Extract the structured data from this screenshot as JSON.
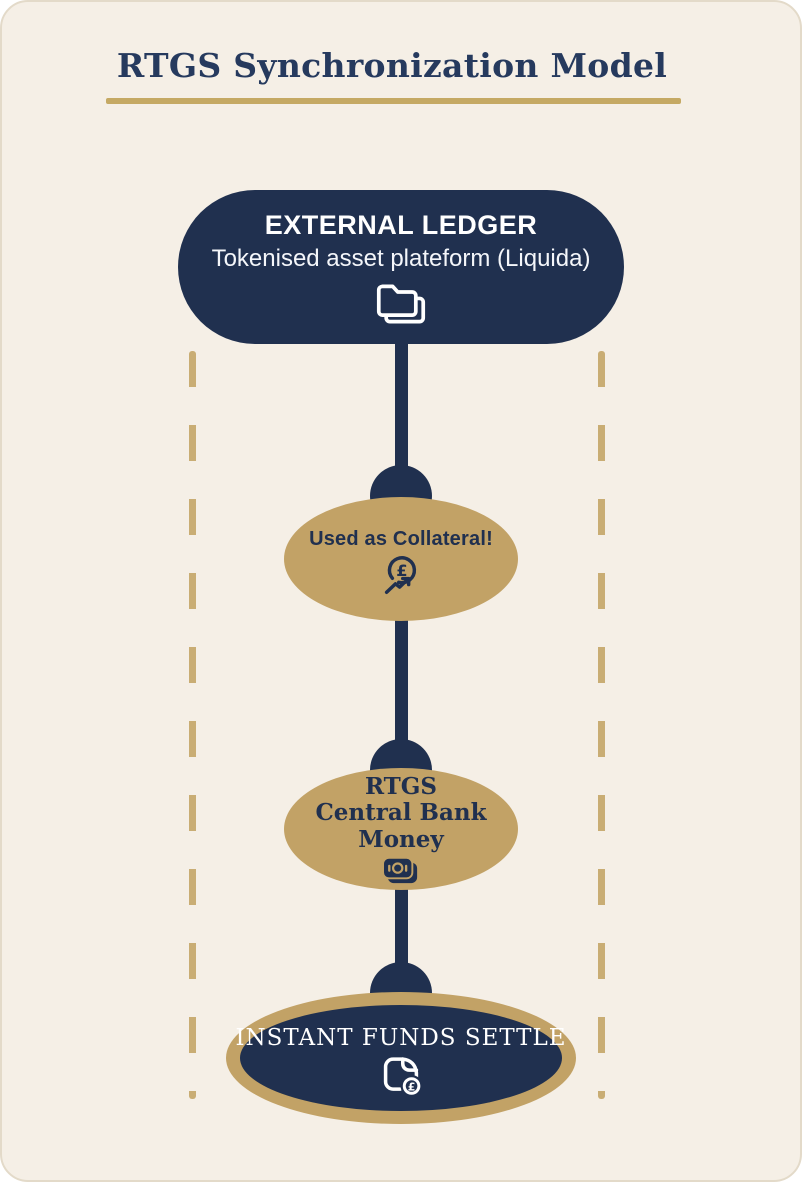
{
  "title": "RTGS Synchronization Model",
  "glyphs": {
    "pound": "£"
  },
  "colors": {
    "navy": "#20304f",
    "gold": "#c2a266",
    "dash_gold": "#c9ad74",
    "underline_gold": "#c5a964",
    "background": "#f5efe6"
  },
  "nodes": {
    "external_ledger": {
      "title": "EXTERNAL LEDGER",
      "subtitle": "Tokenised asset plateform (Liquida)",
      "icon": "folders-icon"
    },
    "collateral": {
      "label": "Used as Collateral!",
      "icon": "pound-trend-icon"
    },
    "rtgs": {
      "line1": "RTGS",
      "line2": "Central Bank Money",
      "icon": "banknotes-icon"
    },
    "settlement": {
      "label": "INSTANT FUNDS SETTLE",
      "icon": "note-pound-icon"
    }
  }
}
